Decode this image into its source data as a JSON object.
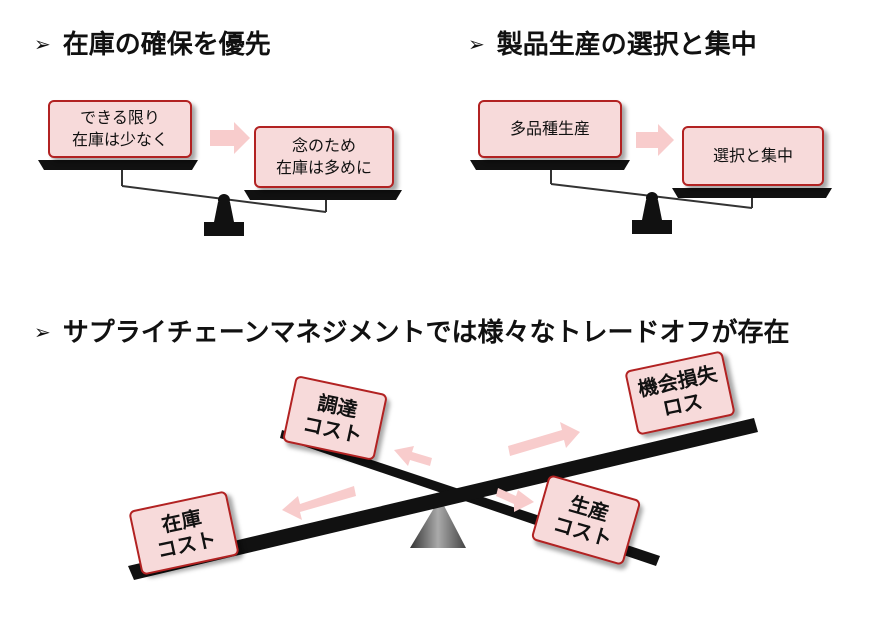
{
  "headings": {
    "h1": "在庫の確保を優先",
    "h2": "製品生産の選択と集中",
    "h3": "サプライチェーンマネジメントでは様々なトレードオフが存在"
  },
  "marker": "➢",
  "scale1": {
    "left_box": [
      "できる限り",
      "在庫は少なく"
    ],
    "right_box": [
      "念のため",
      "在庫は多めに"
    ]
  },
  "scale2": {
    "left_box": [
      "多品種生産"
    ],
    "right_box": [
      "選択と集中"
    ]
  },
  "seesaw": {
    "top_left": [
      "調達",
      "コスト"
    ],
    "top_right": [
      "機会損失",
      "ロス"
    ],
    "bottom_left": [
      "在庫",
      "コスト"
    ],
    "bottom_right": [
      "生産",
      "コスト"
    ]
  },
  "colors": {
    "box_fill": "#f7dada",
    "box_border": "#b22222",
    "arrow_fill": "#f8cccc",
    "bar": "#111111"
  }
}
